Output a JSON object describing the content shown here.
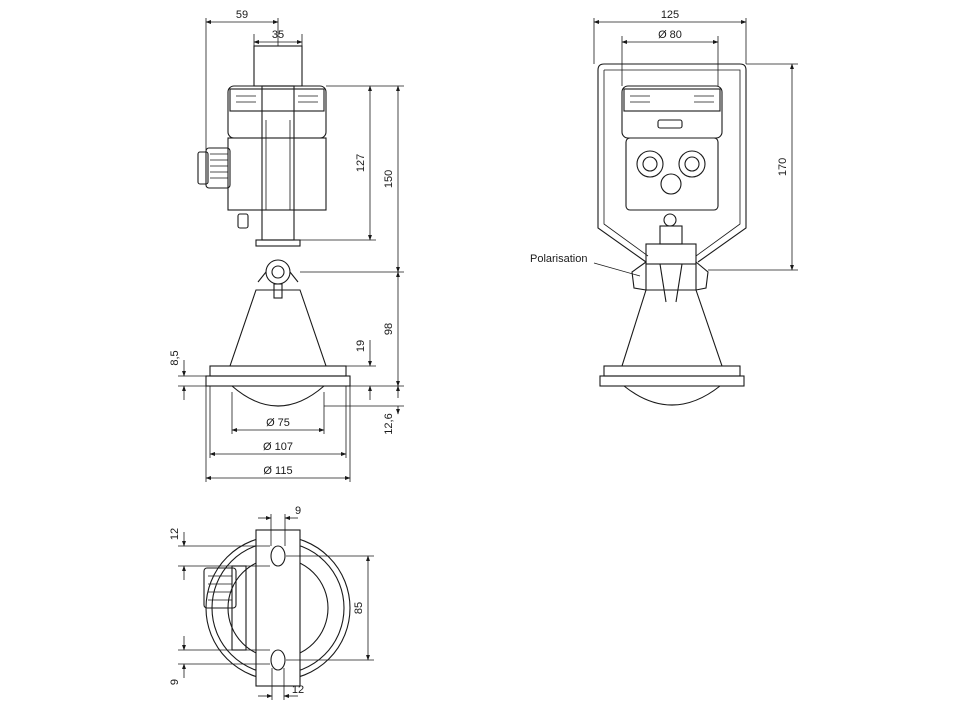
{
  "front_view": {
    "dims": {
      "width_top": "59",
      "width_neck": "35",
      "height_housing": "127",
      "height_total": "150",
      "height_horn": "98",
      "flange_thickness": "8,5",
      "flange_offset": "19",
      "lens_height": "12,6",
      "diam_75": "Ø 75",
      "diam_107": "Ø 107",
      "diam_115": "Ø 115"
    }
  },
  "side_view": {
    "dims": {
      "width_bracket": "125",
      "diam_housing": "Ø 80",
      "height_bracket": "170"
    },
    "label_polarisation": "Polarisation"
  },
  "top_view": {
    "dims": {
      "slot_width_top": "9",
      "slot_offset_top": "12",
      "slot_span": "85",
      "slot_offset_bottom": "9",
      "slot_width_bottom": "12"
    }
  },
  "colors": {
    "line": "#1a1a1a",
    "background": "#ffffff"
  }
}
